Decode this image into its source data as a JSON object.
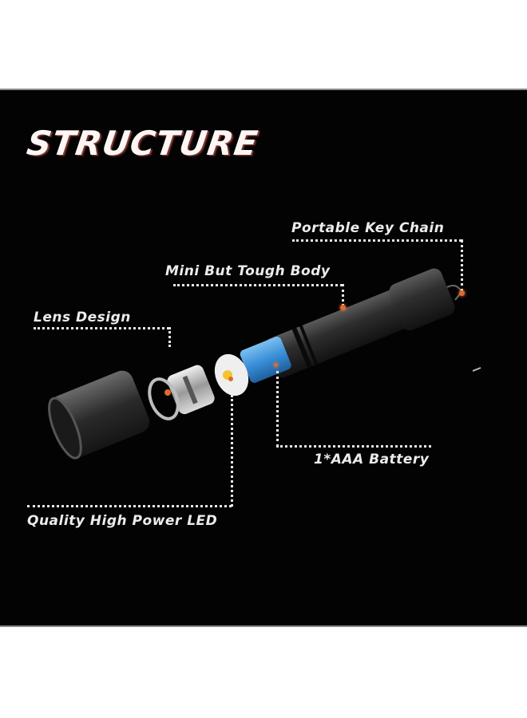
{
  "title": "STRUCTURE",
  "callouts": {
    "key_chain": "Portable Key Chain",
    "body": "Mini But Tough Body",
    "lens": "Lens Design",
    "led": "Quality High Power LED",
    "battery": "1*AAA Battery"
  },
  "colors": {
    "background": "#030303",
    "label": "#ececec",
    "marker": "#e06a2c",
    "battery": "#3a8fd8"
  },
  "product_parts": [
    "lens-cap",
    "reflector",
    "led-board",
    "battery",
    "body",
    "key-chain"
  ]
}
